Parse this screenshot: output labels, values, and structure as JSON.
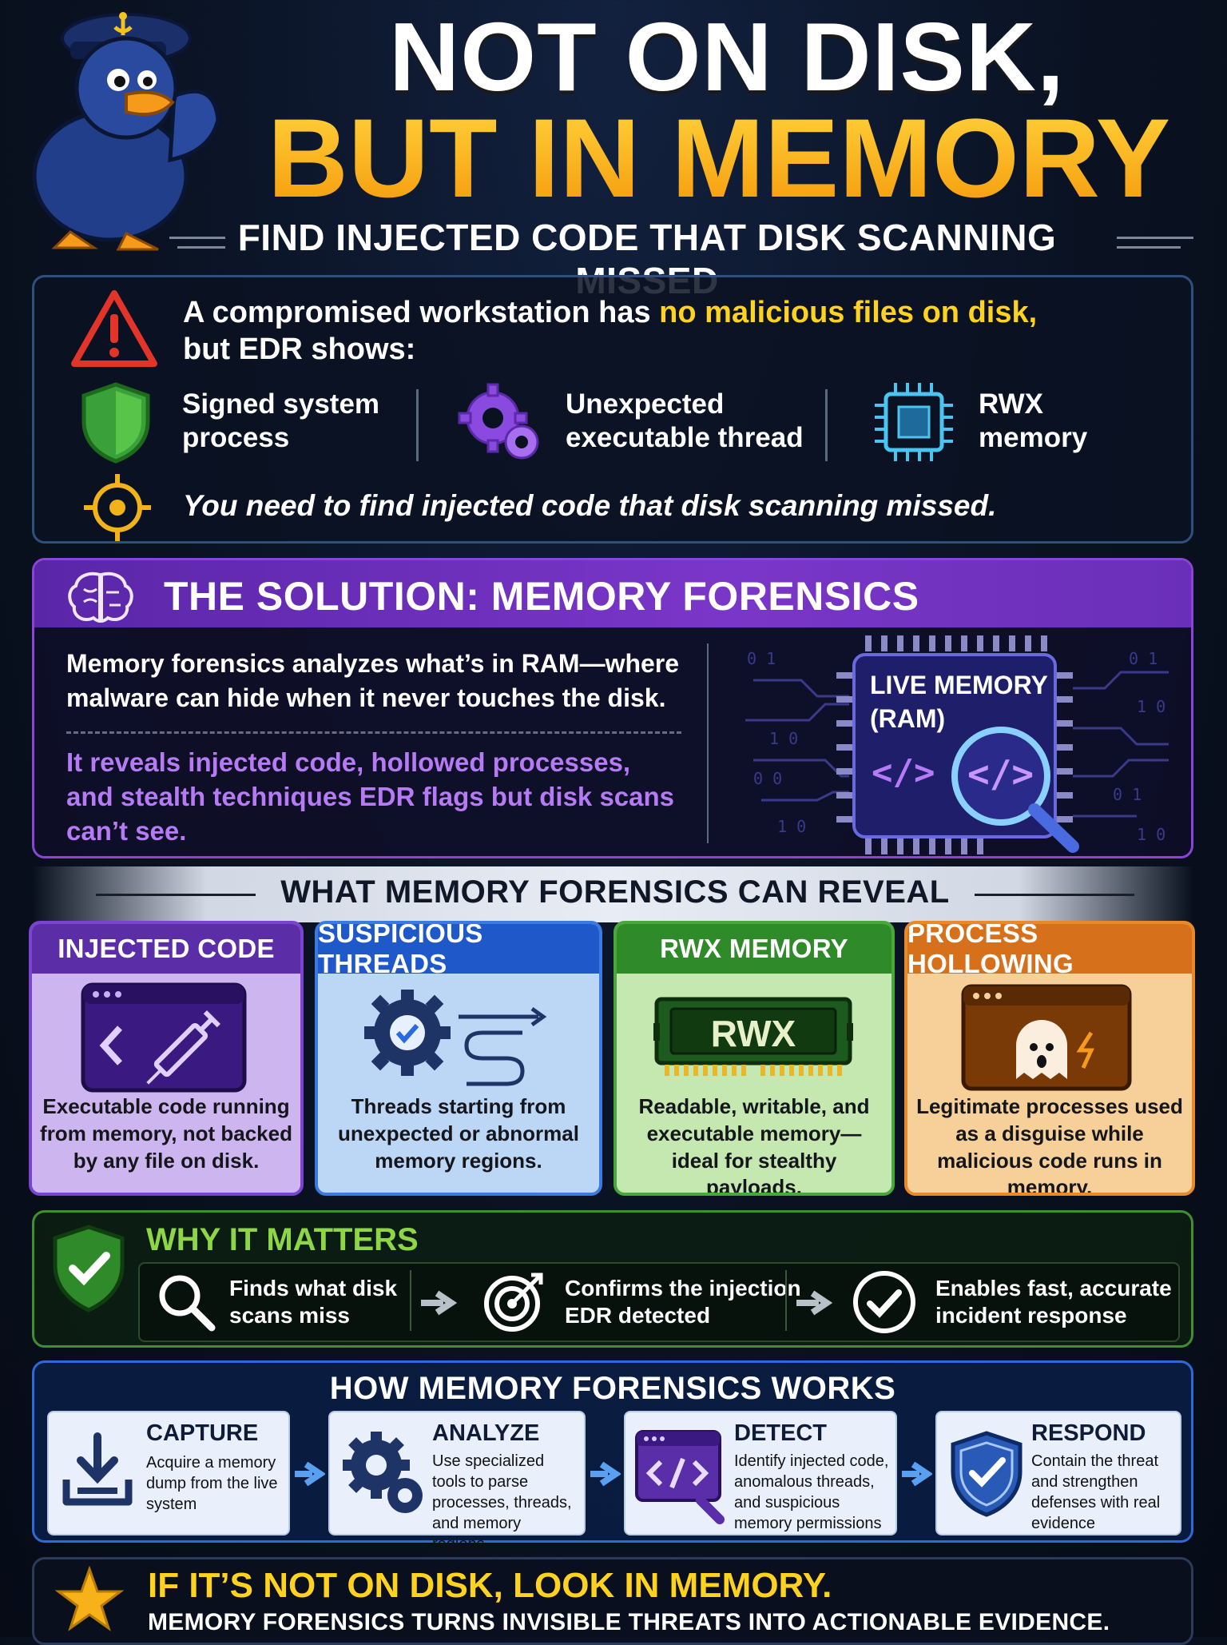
{
  "header": {
    "title_line1": "NOT ON DISK,",
    "title_line2": "BUT IN MEMORY",
    "subtitle": "FIND INJECTED CODE THAT DISK SCANNING MISSED"
  },
  "problem": {
    "intro_a": "A compromised workstation has ",
    "intro_highlight": "no malicious files on disk,",
    "intro_b": "but EDR shows:",
    "items": [
      {
        "icon": "shield-icon",
        "label_1": "Signed system",
        "label_2": "process"
      },
      {
        "icon": "gears-icon",
        "label_1": "Unexpected",
        "label_2": "executable thread"
      },
      {
        "icon": "chip-icon",
        "label_1": "RWX",
        "label_2": "memory"
      }
    ],
    "goal": "You need to find injected code that disk scanning missed."
  },
  "solution": {
    "heading": "THE SOLUTION: MEMORY FORENSICS",
    "text_1": "Memory forensics analyzes what’s in RAM—where malware can hide when it never touches the disk.",
    "text_2": "It reveals injected code, hollowed processes, and stealth techniques EDR flags but disk scans can’t see.",
    "chip_label_1": "LIVE MEMORY",
    "chip_label_2": "(RAM)",
    "chip_code": "</>"
  },
  "reveal": {
    "heading": "WHAT MEMORY FORENSICS CAN REVEAL",
    "cards": [
      {
        "title": "INJECTED CODE",
        "text": "Executable code running from memory, not backed by any file on disk.",
        "head_color": "#5b2ea8",
        "bg": "#cdb6ef",
        "border": "#7a44d0"
      },
      {
        "title": "SUSPICIOUS THREADS",
        "text": "Threads starting from unexpected or abnormal memory regions.",
        "head_color": "#1f58c8",
        "bg": "#bcd6f6",
        "border": "#3b7ae0"
      },
      {
        "title": "RWX MEMORY",
        "text": "Readable, writable, and executable memory—ideal for stealthy payloads.",
        "head_color": "#2f8a2a",
        "bg": "#c4e8b0",
        "border": "#49a83a"
      },
      {
        "title": "PROCESS HOLLOWING",
        "text": "Legitimate processes used as a disguise while malicious code runs in memory.",
        "head_color": "#d7701a",
        "bg": "#f7cf98",
        "border": "#e88a2a"
      }
    ],
    "rwx_label": "RWX"
  },
  "why": {
    "heading": "WHY IT MATTERS",
    "items": [
      {
        "icon": "magnifier-icon",
        "label_1": "Finds what disk",
        "label_2": "scans miss"
      },
      {
        "icon": "target-icon",
        "label_1": "Confirms the injection",
        "label_2": "EDR detected"
      },
      {
        "icon": "check-circle-icon",
        "label_1": "Enables fast, accurate",
        "label_2": "incident response"
      }
    ]
  },
  "how": {
    "heading": "HOW MEMORY FORENSICS WORKS",
    "steps": [
      {
        "title": "CAPTURE",
        "text": "Acquire a memory dump from the live system"
      },
      {
        "title": "ANALYZE",
        "text": "Use specialized tools to parse processes, threads, and memory regions."
      },
      {
        "title": "DETECT",
        "text": "Identify injected code, anomalous threads, and suspicious memory permissions"
      },
      {
        "title": "RESPOND",
        "text": "Contain the threat and strengthen defenses with real evidence"
      }
    ]
  },
  "footer": {
    "line_1": "IF IT’S NOT ON DISK, LOOK IN MEMORY.",
    "line_2": "MEMORY FORENSICS TURNS INVISIBLE THREATS INTO ACTIONABLE EVIDENCE."
  },
  "colors": {
    "accent_yellow": "#ffd21f",
    "accent_purple": "#8a45d8",
    "accent_green": "#8ed645",
    "accent_blue": "#2d6ad8"
  }
}
